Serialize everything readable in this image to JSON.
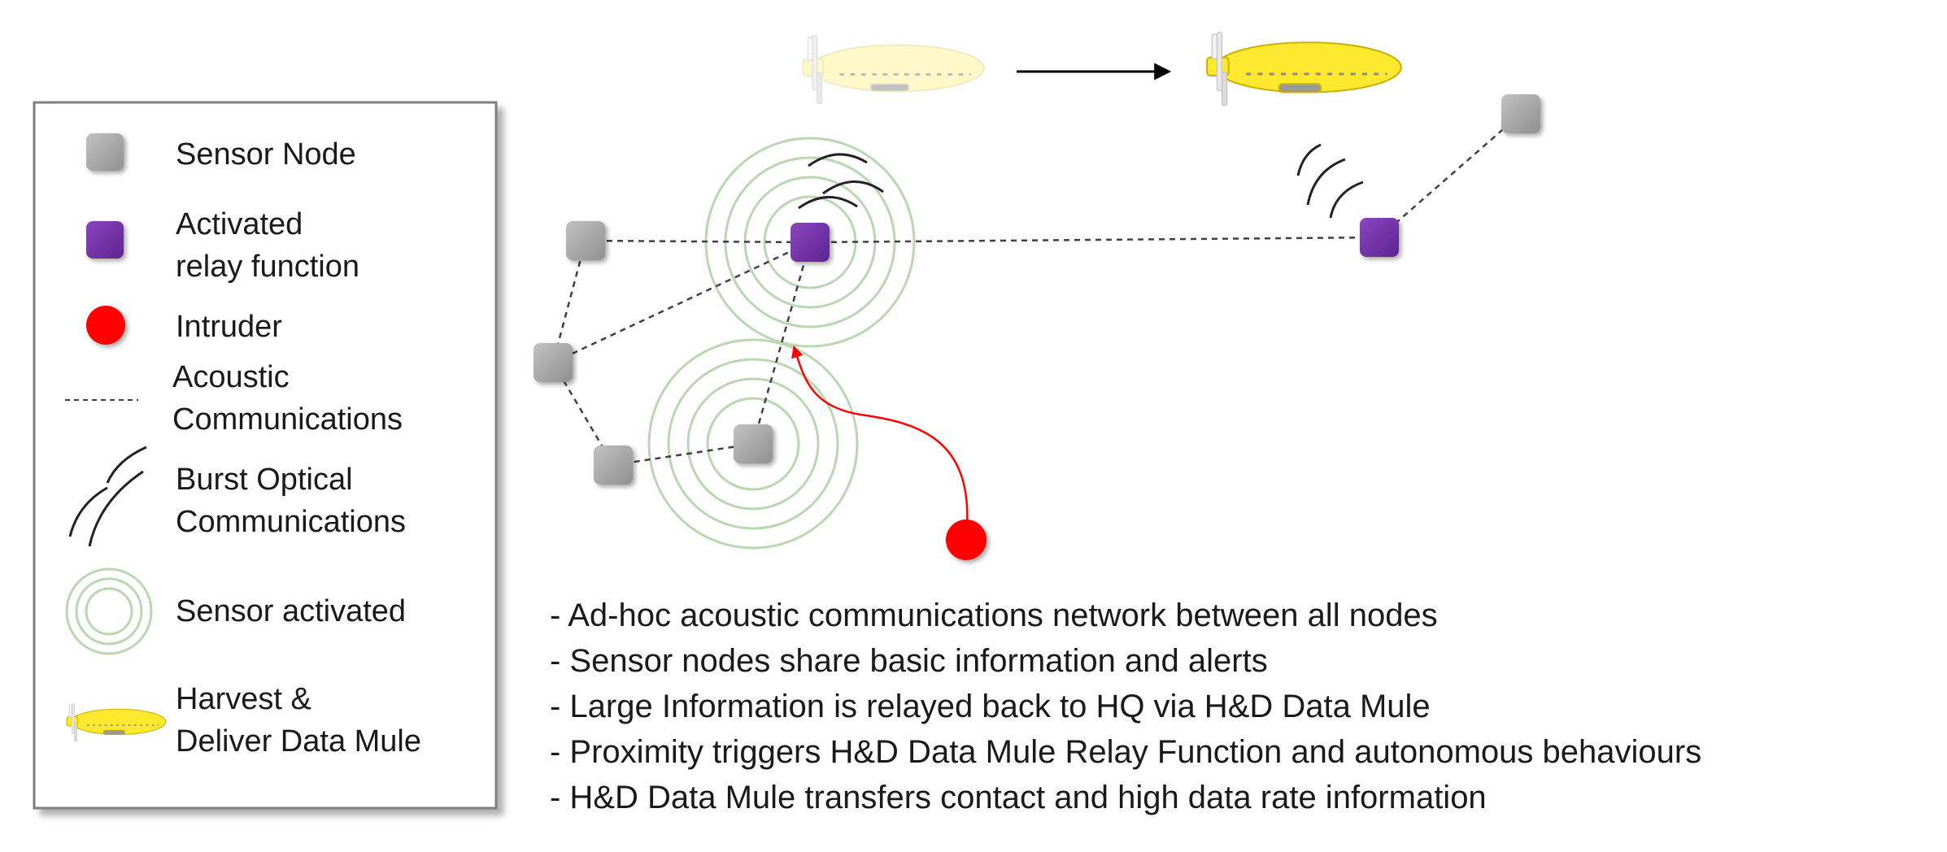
{
  "legend": {
    "items": [
      {
        "key": "sensor-node",
        "lines": [
          "Sensor Node"
        ]
      },
      {
        "key": "activated-relay",
        "lines": [
          "Activated",
          "relay function"
        ]
      },
      {
        "key": "intruder",
        "lines": [
          "Intruder"
        ]
      },
      {
        "key": "acoustic",
        "lines": [
          "Acoustic",
          "Communications"
        ]
      },
      {
        "key": "burst-optical",
        "lines": [
          "Burst Optical",
          "Communications"
        ]
      },
      {
        "key": "sensor-activated",
        "lines": [
          "Sensor activated"
        ]
      },
      {
        "key": "data-mule",
        "lines": [
          "Harvest &",
          "Deliver Data Mule"
        ]
      }
    ]
  },
  "bullets": [
    "- Ad-hoc acoustic communications network between all nodes",
    "- Sensor nodes share basic information and alerts",
    "- Large Information is relayed back to HQ via H&D Data Mule",
    "- Proximity triggers H&D Data Mule Relay Function and autonomous behaviours",
    "- H&D Data Mule transfers contact and high data rate information"
  ],
  "colors": {
    "sensor_node": "#a0a0a0",
    "relay_node": "#7030a0",
    "intruder": "#ff0000",
    "ring": "#b9d8b2",
    "mule_body": "#ffe930",
    "mule_faded": "#fff6a8",
    "link": "#404040",
    "arrow": "#000000"
  },
  "icons": {
    "optical": "burst-optical-arcs-icon",
    "mule": "data-mule-vehicle-icon"
  }
}
